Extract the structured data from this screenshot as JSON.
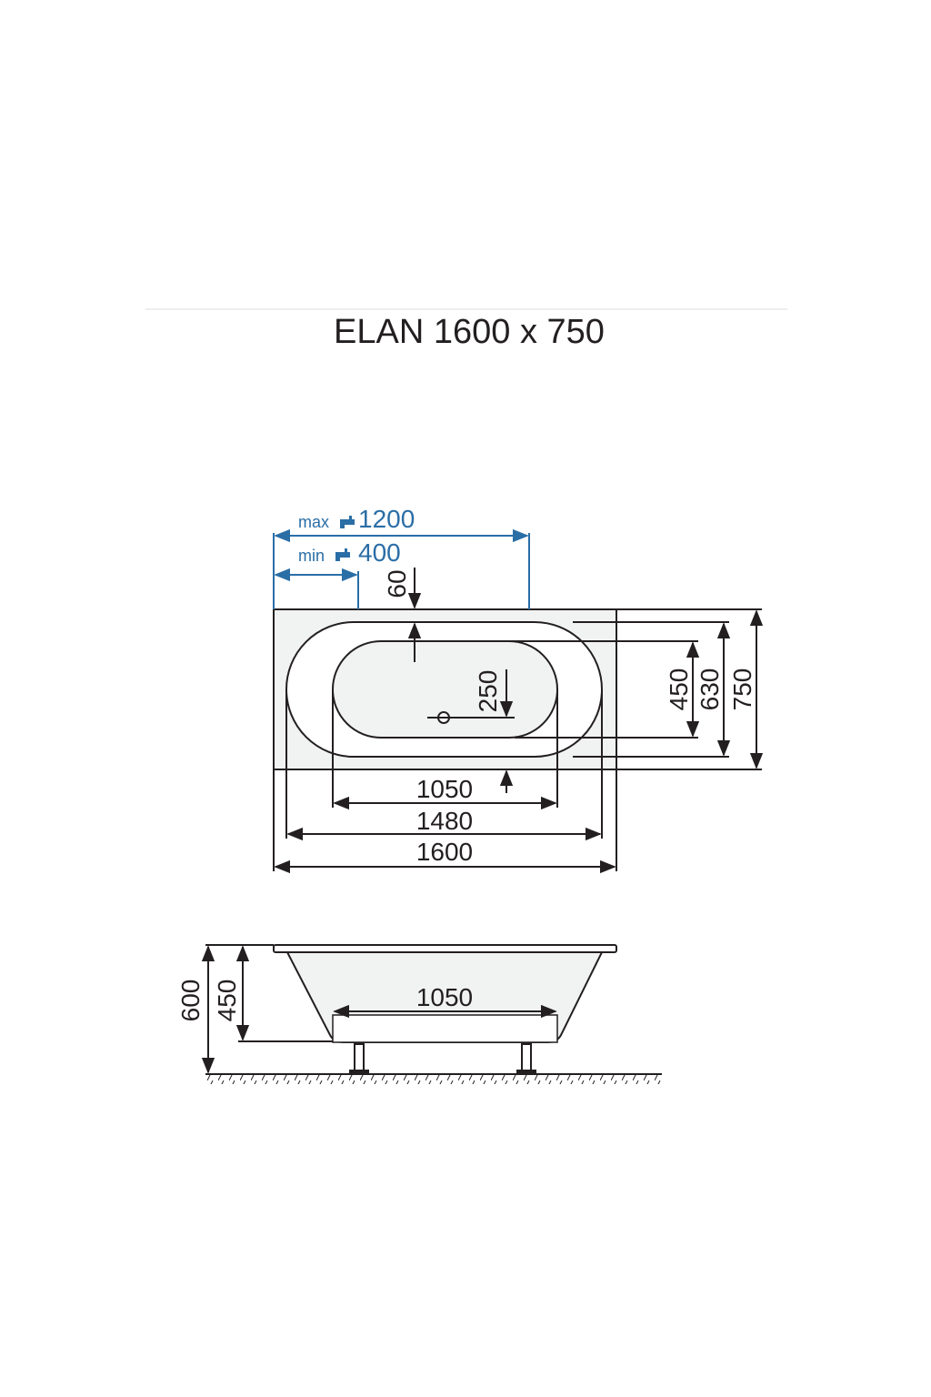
{
  "title": "ELAN 1600 x 750",
  "top_view": {
    "tap_max": {
      "prefix": "max",
      "value": "1200"
    },
    "tap_min": {
      "prefix": "min",
      "value": "400"
    },
    "dims": {
      "d60": "60",
      "d250": "250",
      "d450": "450",
      "d630": "630",
      "d750": "750",
      "d1050": "1050",
      "d1480": "1480",
      "d1600": "1600"
    }
  },
  "side_view": {
    "dims": {
      "d600": "600",
      "d450": "450",
      "d1050": "1050"
    }
  },
  "colors": {
    "ink": "#231f20",
    "accent": "#2a6ea6",
    "fill": "#f1f2f2"
  }
}
